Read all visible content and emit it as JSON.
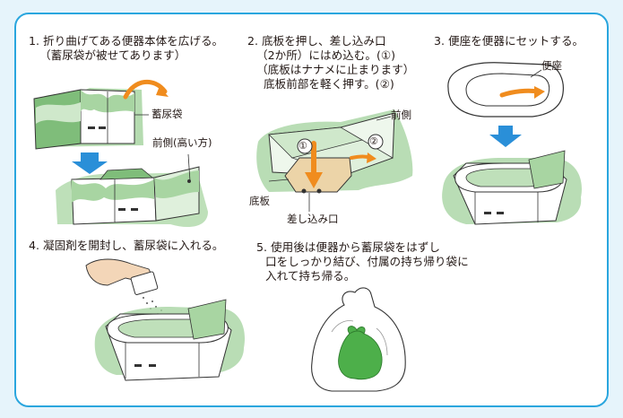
{
  "steps": [
    {
      "lines": [
        "1. 折り曲げてある便器本体を広げる。",
        "（蓄尿袋が被せてあります）"
      ]
    },
    {
      "lines": [
        "2. 底板を押し、差し込み口",
        "（2か所）にはめ込む。(①)",
        "（底板はナナメに止まります）",
        "底板前部を軽く押す。(②)"
      ]
    },
    {
      "lines": [
        "3. 便座を便器にセットする。"
      ]
    },
    {
      "lines": [
        "4. 凝固剤を開封し、蓄尿袋に入れる。"
      ]
    },
    {
      "lines": [
        "5. 使用後は便器から蓄尿袋をはずし",
        "口をしっかり結び、付属の持ち帰り袋に",
        "入れて持ち帰る。"
      ]
    }
  ],
  "labels": {
    "bag": "蓄尿袋",
    "front_high": "前側(高い方)",
    "front": "前側",
    "bottom_plate": "底板",
    "slot": "差し込み口",
    "seat": "便座",
    "marker1": "①",
    "marker2": "②"
  },
  "colors": {
    "frame": "#2aa6de",
    "background": "#e6f4fb",
    "bag_green": "#a8d5a2",
    "bag_green_dark": "#5fa35a",
    "orange_arrow": "#f08c1e",
    "blue_arrow": "#2a8fd8",
    "bottom_plate": "#ecd4a8"
  }
}
